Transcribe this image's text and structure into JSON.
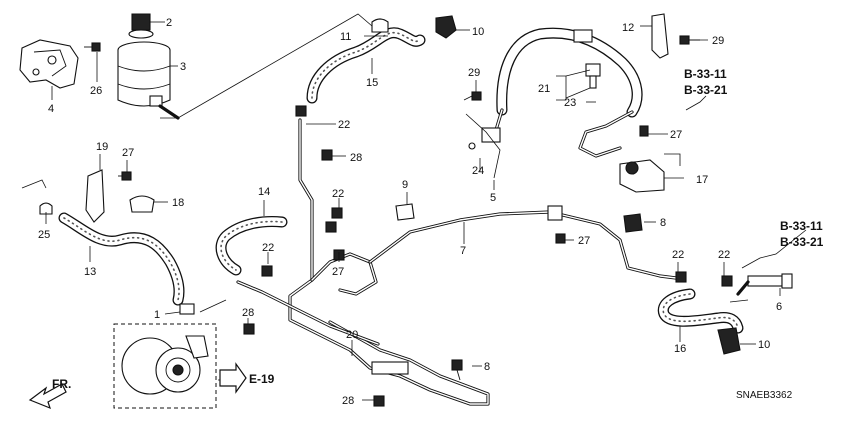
{
  "diagram_code": "SNAEB3362",
  "direction_label": "FR.",
  "refs": {
    "e19": "E-19",
    "b3311_a": "B-33-11",
    "b3321_a": "B-33-21",
    "b3311_b": "B-33-11",
    "b3321_b": "B-33-21"
  },
  "callouts": {
    "c1": "1",
    "c2": "2",
    "c3": "3",
    "c4": "4",
    "c5": "5",
    "c6": "6",
    "c7": "7",
    "c8a": "8",
    "c8b": "8",
    "c9": "9",
    "c10a": "10",
    "c10b": "10",
    "c11": "11",
    "c12": "12",
    "c13": "13",
    "c14": "14",
    "c15": "15",
    "c16": "16",
    "c17": "17",
    "c18": "18",
    "c19": "19",
    "c20": "20",
    "c21": "21",
    "c22a": "22",
    "c22b": "22",
    "c22c": "22",
    "c22d": "22",
    "c22e": "22",
    "c23": "23",
    "c24": "24",
    "c25": "25",
    "c26": "26",
    "c27a": "27",
    "c27b": "27",
    "c27c": "27",
    "c27d": "27",
    "c28a": "28",
    "c28b": "28",
    "c28c": "28",
    "c29a": "29",
    "c29b": "29"
  }
}
